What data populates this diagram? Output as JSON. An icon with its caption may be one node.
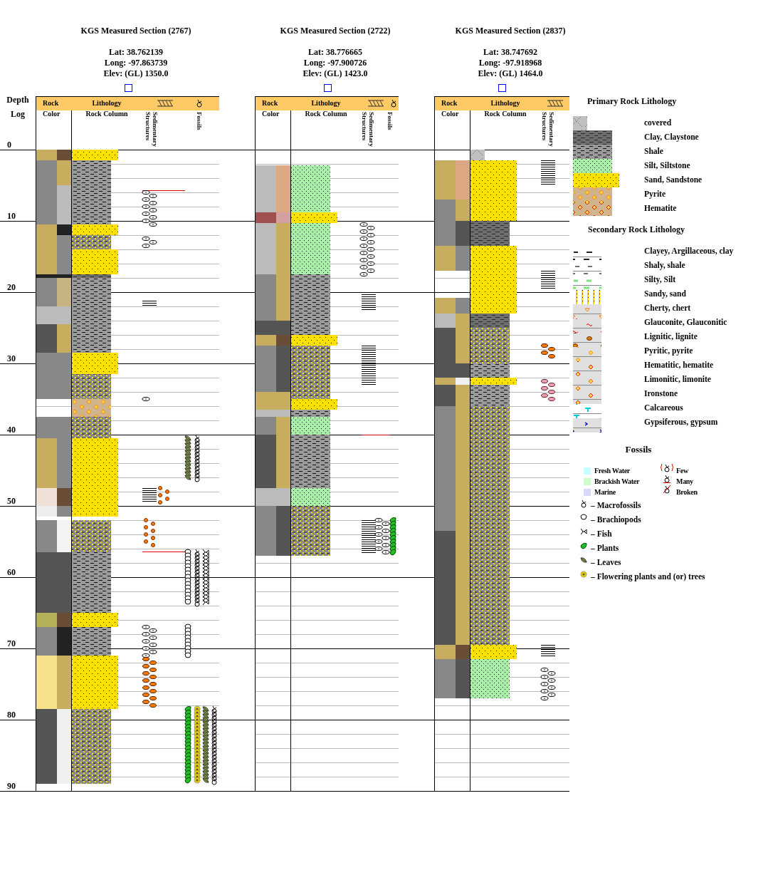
{
  "diagram": {
    "labels": [
      "KGS Measured Section (2767)",
      "Lat: 38.762139",
      "Long: -97.863739",
      "Elev: (GL) 1350.0",
      "KGS Measured Section (2722)",
      "Lat: 38.776665",
      "Long: -97.900726",
      "Elev: (GL) 1423.0",
      "KGS Measured Section (2837)",
      "Lat: 38.747692",
      "Long: -97.918968",
      "Elev: (GL) 1464.0",
      "Depth",
      "Log",
      "Rock",
      "Lithology",
      "Color",
      "Rock Column",
      "Sedimentary Structures",
      "Fossils",
      "Rock",
      "Lithology",
      "Color",
      "Rock Column",
      "Sedimentary Structures",
      "Fossils",
      "Rock",
      "Lithology",
      "Color",
      "Rock Column",
      "Sedimentary Structures",
      "Primary Rock Lithology",
      "Secondary Rock Lithology",
      "Fossils",
      "0",
      "10",
      "20",
      "30",
      "40",
      "50",
      "60",
      "70",
      "80",
      "90"
    ],
    "legend": [
      {
        "text": "covered"
      },
      {
        "text": "Clay, Claystone"
      },
      {
        "text": "Shale"
      },
      {
        "text": "Silt, Siltstone"
      },
      {
        "text": "Sand, Sandstone"
      },
      {
        "text": "Pyrite"
      },
      {
        "text": "Hematite"
      },
      {
        "text": "Clayey, Argillaceous, clay"
      },
      {
        "text": "Shaly, shale"
      },
      {
        "text": "Silty, Silt"
      },
      {
        "text": "Sandy, sand"
      },
      {
        "text": "Cherty, chert"
      },
      {
        "text": "Glauconite, Glauconitic"
      },
      {
        "text": "Lignitic, lignite"
      },
      {
        "text": "Pyritic, pyrite"
      },
      {
        "text": "Hematitic, hematite"
      },
      {
        "text": "Limonitic, limonite"
      },
      {
        "text": "Ironstone"
      },
      {
        "text": "Calcareous"
      },
      {
        "text": "Gypsiferous, gypsum"
      },
      {
        "text": "Fresh Water",
        "color": "#ccffff"
      },
      {
        "text": "Brackish Water",
        "color": "#ccffcc"
      },
      {
        "text": "Marine",
        "color": "#d8d8ff"
      },
      {
        "text": "Few"
      },
      {
        "text": "Many"
      },
      {
        "text": "Broken"
      },
      {
        "text": "– Macrofossils"
      },
      {
        "text": "– Brachiopods"
      },
      {
        "text": "– Fish"
      },
      {
        "text": "– Plants"
      },
      {
        "text": "– Leaves"
      },
      {
        "text": "– Flowering plants and (or) trees"
      }
    ]
  }
}
